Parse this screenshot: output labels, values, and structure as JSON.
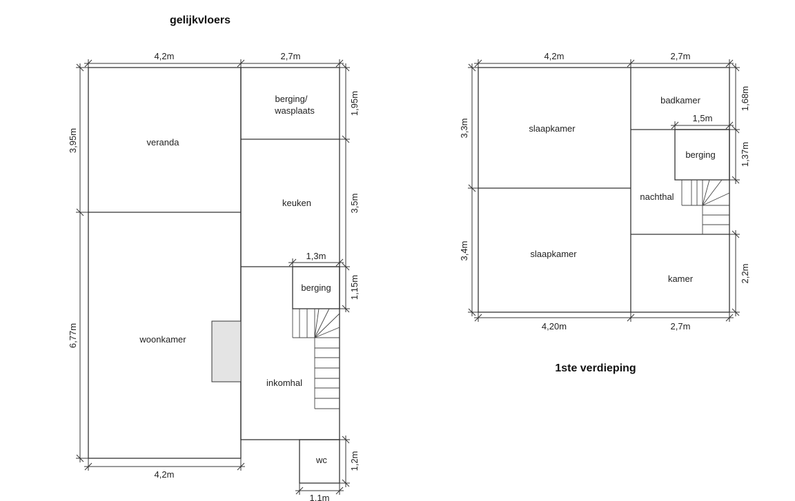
{
  "ground_floor": {
    "title": "gelijkvloers",
    "rooms": {
      "veranda": "veranda",
      "berging_wasplaats_1": "berging/",
      "berging_wasplaats_2": "wasplaats",
      "keuken": "keuken",
      "berging": "berging",
      "woonkamer": "woonkamer",
      "inkomhal": "inkomhal",
      "wc": "wc"
    },
    "dimensions": {
      "top_left": "4,2m",
      "top_right": "2,7m",
      "bottom_left": "4,2m",
      "left_upper": "3,95m",
      "left_lower": "6,77m",
      "right_1": "1,95m",
      "right_2": "3,5m",
      "right_3": "1,15m",
      "right_4": "1,2m",
      "berging_width": "1,3m",
      "wc_width": "1,1m"
    }
  },
  "first_floor": {
    "title": "1ste verdieping",
    "rooms": {
      "slaapkamer_top": "slaapkamer",
      "slaapkamer_bottom": "slaapkamer",
      "badkamer": "badkamer",
      "berging": "berging",
      "nachthal": "nachthal",
      "kamer": "kamer"
    },
    "dimensions": {
      "top_left": "4,2m",
      "top_right": "2,7m",
      "bottom_left": "4,20m",
      "bottom_right": "2,7m",
      "left_upper": "3,3m",
      "left_lower": "3,4m",
      "right_1": "1,68m",
      "right_2": "1,37m",
      "right_3": "2,2m",
      "berging_width": "1,5m"
    }
  },
  "colors": {
    "line": "#333333",
    "fireplace": "#e4e4e4"
  }
}
